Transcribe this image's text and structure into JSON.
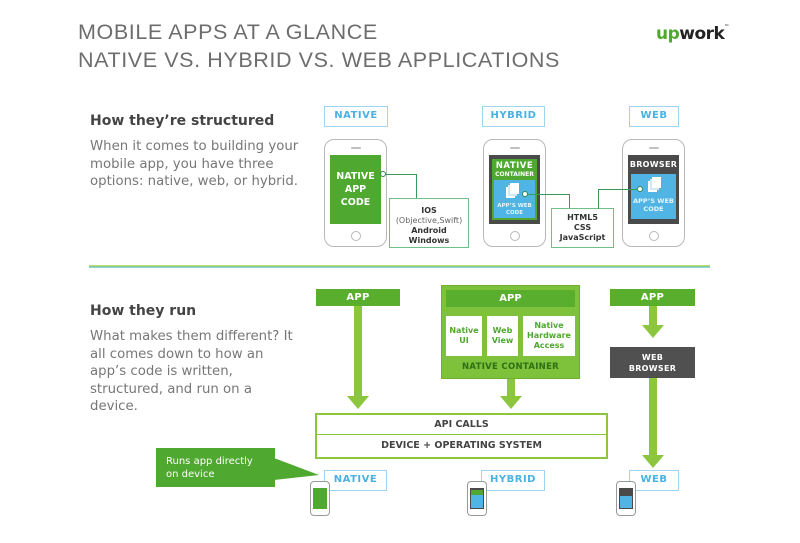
{
  "header": {
    "title_line1": "MOBILE APPS AT A GLANCE",
    "title_line2": "NATIVE VS. HYBRID VS. WEB APPLICATIONS",
    "logo": {
      "prefix": "up",
      "suffix": "work",
      "tm": "™"
    }
  },
  "colors": {
    "brand_green": "#5aae2e",
    "arrow_green": "#8cc63f",
    "web_blue": "#4ab2e2",
    "browser_gray": "#505050",
    "callout_line": "#3a9a5a"
  },
  "structured": {
    "heading": "How they’re structured",
    "body": "When it comes to building your mobile app, you have three options: native, web, or hybrid.",
    "native": {
      "tag": "NATIVE",
      "screen_lines": [
        "NATIVE",
        "APP",
        "CODE"
      ],
      "callout": {
        "line1": "IOS",
        "line2": "(Objective,Swift)",
        "line3": "Android",
        "line4": "Windows"
      }
    },
    "hybrid": {
      "tag": "HYBRID",
      "container_lines": [
        "NATIVE",
        "CONTAINER"
      ],
      "code_lines": [
        "APP’S WEB",
        "CODE"
      ],
      "callout": {
        "line1": "HTML5",
        "line2": "CSS",
        "line3": "JavaScript"
      },
      "icon": "documents-icon"
    },
    "web": {
      "tag": "WEB",
      "browser_label": "BROWSER",
      "code_lines": [
        "APP’S WEB",
        "CODE"
      ],
      "icon": "documents-icon"
    }
  },
  "run": {
    "heading": "How they run",
    "body": "What makes them different? It all comes down to how an app’s code is written, structured, and run on a device.",
    "native_app": "APP",
    "hybrid": {
      "app": "APP",
      "cells": [
        {
          "line1": "Native",
          "line2": "UI",
          "line3": ""
        },
        {
          "line1": "Web",
          "line2": "View",
          "line3": ""
        },
        {
          "line1": "Native",
          "line2": "Hardware",
          "line3": "Access"
        }
      ],
      "container_label": "NATIVE CONTAINER"
    },
    "web": {
      "app": "APP",
      "browser_line1": "WEB",
      "browser_line2": "BROWSER"
    },
    "api_calls": "API CALLS",
    "os": "DEVICE + OPERATING SYSTEM",
    "bubble": {
      "line1": "Runs app directly",
      "line2": "on device"
    },
    "bottom_tags": {
      "native": "NATIVE",
      "hybrid": "HYBRID",
      "web": "WEB"
    }
  }
}
